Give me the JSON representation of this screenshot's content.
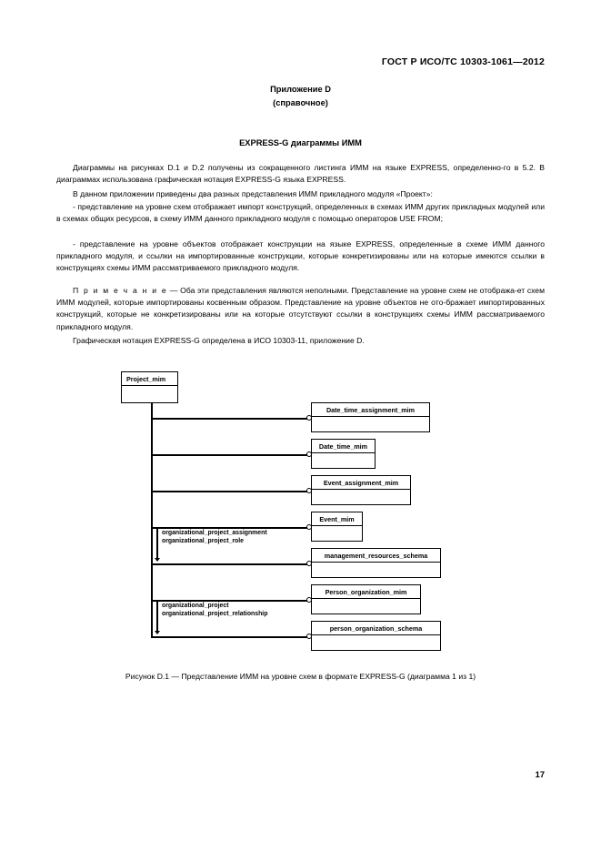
{
  "header": {
    "standard_id": "ГОСТ Р ИСО/ТС 10303-1061—2012"
  },
  "annex": {
    "title": "Приложение D",
    "subtitle": "(справочное)"
  },
  "section": {
    "title": "EXPRESS-G диаграммы ИММ"
  },
  "body": {
    "p1": "Диаграммы на рисунках D.1 и D.2 получены из сокращенного листинга ИММ на языке EXPRESS, определенно-го в 5.2. В диаграммах использована графическая нотация EXPRESS-G языка EXPRESS.",
    "p2": "В данном приложении приведены два разных представления ИММ прикладного модуля «Проект»:",
    "p3": "- представление на уровне схем отображает импорт конструкций, определенных в схемах ИММ других прикладных модулей или в схемах общих ресурсов, в схему ИММ данного прикладного модуля с помощью операторов USE FROM;",
    "p4": "- представление на уровне объектов отображает конструкции на языке EXPRESS, определенные в схеме ИММ данного прикладного модуля, и ссылки на импортированные конструкции, которые конкретизированы или на которые имеются ссылки в конструкциях схемы ИММ рассматриваемого прикладного модуля.",
    "note_label": "П р и м е ч а н и е",
    "note_text": " — Оба эти представления являются неполными. Представление на уровне схем не отобража-ет схем ИММ модулей, которые импортированы косвенным образом. Представление на уровне объектов не ото-бражает импортированных конструкций, которые не конкретизированы или на которые отсутствуют ссылки в конструкциях схемы ИММ рассматриваемого прикладного модуля.",
    "p5": "Графическая нотация EXPRESS-G определена в ИСО 10303-11, приложение D."
  },
  "figure": {
    "root": {
      "name": "Project_mim"
    },
    "schemas": [
      {
        "name": "Date_time_assignment_mim"
      },
      {
        "name": "Date_time_mim"
      },
      {
        "name": "Event_assignment_mim"
      },
      {
        "name": "Event_mim"
      },
      {
        "name": "management_resources_schema"
      },
      {
        "name": "Person_organization_mim"
      },
      {
        "name": "person_organization_schema"
      }
    ],
    "ref_groups": [
      {
        "lines": [
          "organizational_project_assignment",
          "organizational_project_role"
        ]
      },
      {
        "lines": [
          "organizational_project",
          "organizational_project_relationship"
        ]
      }
    ],
    "caption": "Рисунок D.1 — Представление ИММ на уровне схем в формате EXPRESS-G (диаграмма 1 из 1)"
  },
  "footer": {
    "page_number": "17"
  }
}
